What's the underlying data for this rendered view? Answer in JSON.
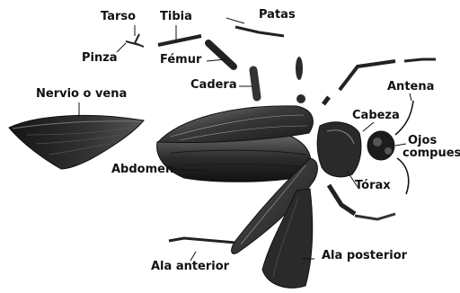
{
  "diagram": {
    "colors": {
      "ink": "#111111",
      "body_dark": "#1c1c1c",
      "body_mid": "#3a3a3a",
      "body_light": "#6a6a6a",
      "wing_membrane": "#2a2a2a",
      "background": "#ffffff"
    },
    "labels": {
      "tarso": "Tarso",
      "tibia": "Tibia",
      "patas": "Patas",
      "pinza": "Pinza",
      "femur": "Fémur",
      "cadera": "Cadera",
      "nervio": "Nervio o vena",
      "antena": "Antena",
      "cabeza": "Cabeza",
      "ojos_1": "Ojos",
      "ojos_2": "compues",
      "abdomen": "Abdomen",
      "torax": "Tórax",
      "ala_anterior": "Ala anterior",
      "ala_posterior": "Ala posterior"
    }
  }
}
